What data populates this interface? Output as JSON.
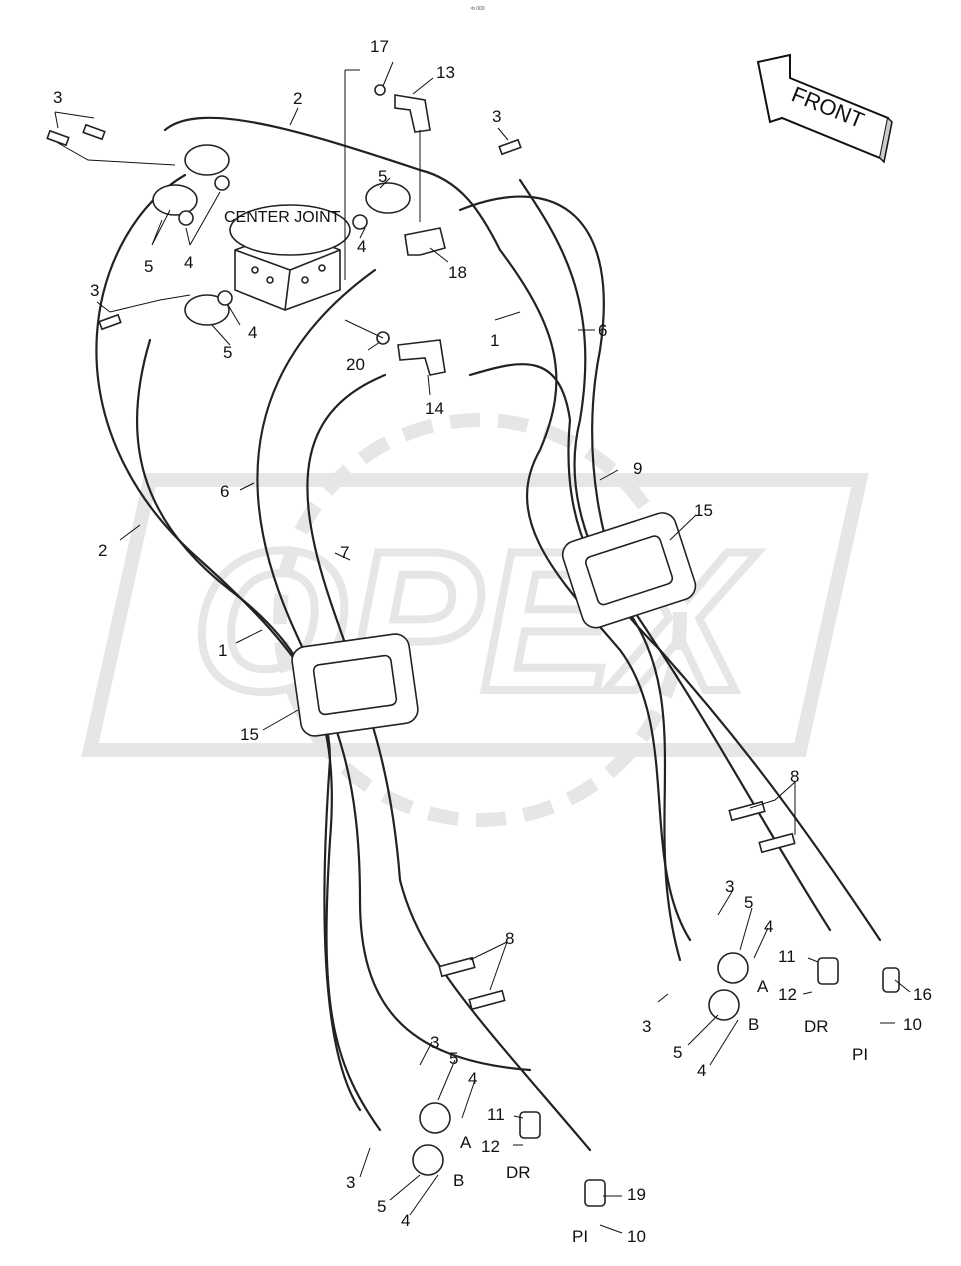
{
  "header_code": "⁴b 000",
  "watermark": "OPEX",
  "front_label": "FRONT",
  "center_joint_label": "CENTER JOINT",
  "callouts": {
    "n17": "17",
    "n13": "13",
    "n2a": "2",
    "n3a": "3",
    "n3b": "3",
    "n5a": "5",
    "n5b": "5",
    "n4a": "4",
    "n4b": "4",
    "n3c": "3",
    "n4c": "4",
    "n5c": "5",
    "n18": "18",
    "n1a": "1",
    "n6a": "6",
    "n20": "20",
    "n14": "14",
    "n9": "9",
    "n15a": "15",
    "n6b": "6",
    "n7": "7",
    "n2b": "2",
    "n1b": "1",
    "n15b": "15",
    "n8a": "8",
    "n3d": "3",
    "n5d": "5",
    "n4d": "4",
    "A1": "A",
    "n11a": "11",
    "n12a": "12",
    "DR1": "DR",
    "n16": "16",
    "n3e": "3",
    "B1": "B",
    "n10a": "10",
    "n5e": "5",
    "n4e": "4",
    "PI1": "PI",
    "n8b": "8",
    "n3f": "3",
    "n5f": "5",
    "n4f": "4",
    "A2": "A",
    "n11b": "11",
    "n12b": "12",
    "DR2": "DR",
    "n3g": "3",
    "B2": "B",
    "n5g": "5",
    "n4g": "4",
    "n19": "19",
    "PI2": "PI",
    "n10b": "10"
  }
}
